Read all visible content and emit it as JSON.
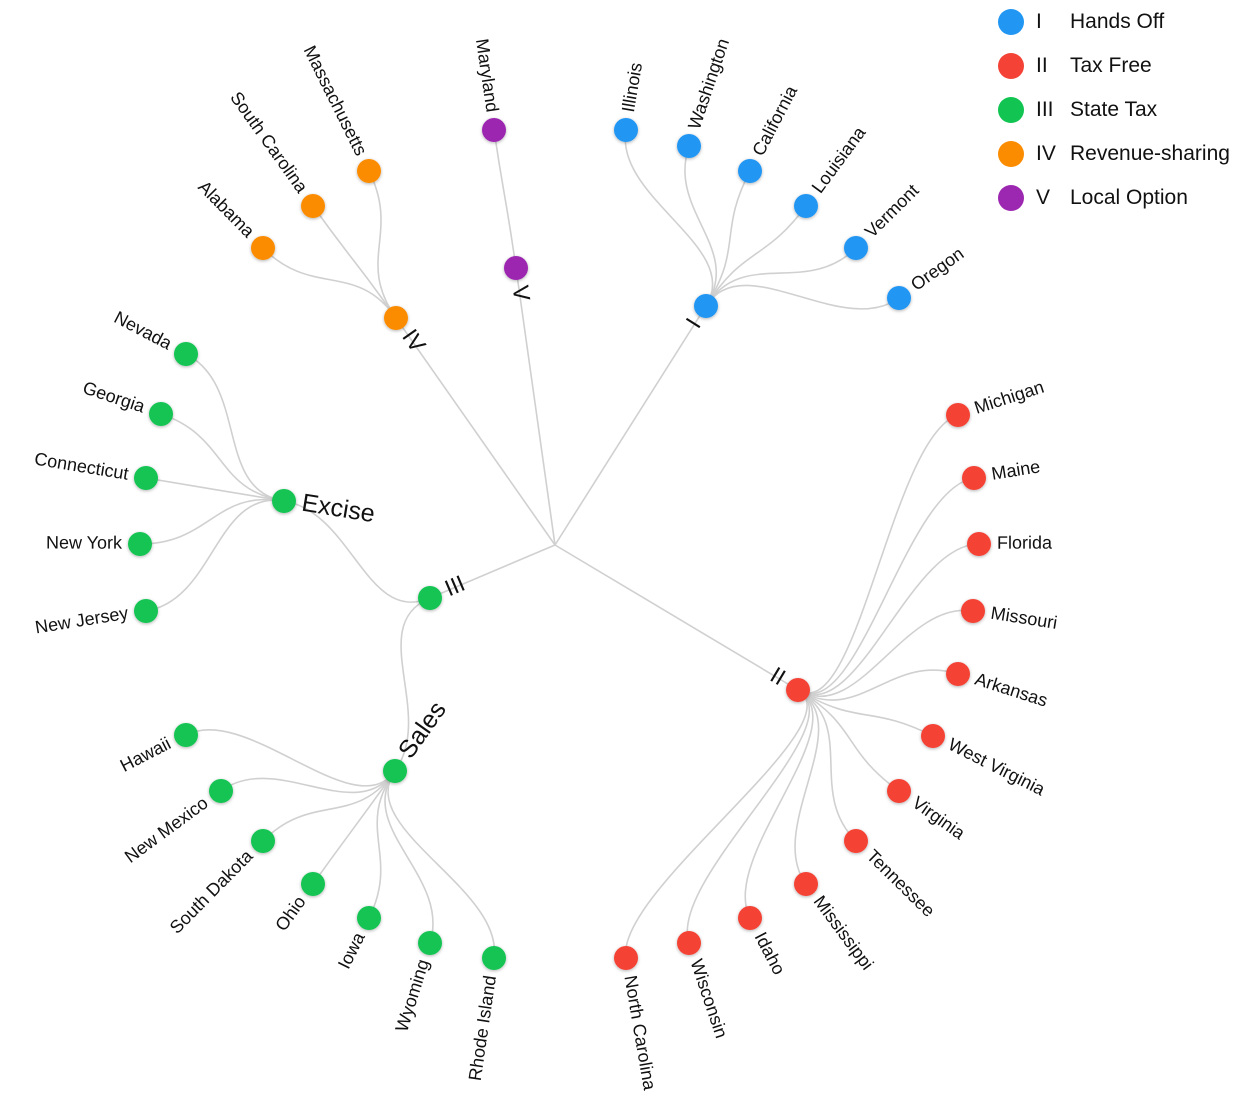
{
  "legend": [
    {
      "numeral": "I",
      "label": "Hands Off",
      "color": "#2196f3"
    },
    {
      "numeral": "II",
      "label": "Tax Free",
      "color": "#f44336"
    },
    {
      "numeral": "III",
      "label": "State Tax",
      "color": "#12c452"
    },
    {
      "numeral": "IV",
      "label": "Revenue-sharing",
      "color": "#fb8c00"
    },
    {
      "numeral": "V",
      "label": "Local Option",
      "color": "#9c27b0"
    }
  ],
  "tree": {
    "name": "",
    "children": [
      {
        "name": "I",
        "group": 0,
        "children": [
          {
            "name": "Illinois"
          },
          {
            "name": "Washington"
          },
          {
            "name": "California"
          },
          {
            "name": "Louisiana"
          },
          {
            "name": "Vermont"
          },
          {
            "name": "Oregon"
          }
        ]
      },
      {
        "name": "II",
        "group": 1,
        "children": [
          {
            "name": "Michigan"
          },
          {
            "name": "Maine"
          },
          {
            "name": "Florida"
          },
          {
            "name": "Missouri"
          },
          {
            "name": "Arkansas"
          },
          {
            "name": "West Virginia"
          },
          {
            "name": "Virginia"
          },
          {
            "name": "Tennessee"
          },
          {
            "name": "Mississippi"
          },
          {
            "name": "Idaho"
          },
          {
            "name": "Wisconsin"
          },
          {
            "name": "North Carolina"
          }
        ]
      },
      {
        "name": "III",
        "group": 2,
        "children": [
          {
            "name": "Excise",
            "children": [
              {
                "name": "Nevada"
              },
              {
                "name": "Georgia"
              },
              {
                "name": "Connecticut"
              },
              {
                "name": "New York"
              },
              {
                "name": "New Jersey"
              }
            ]
          },
          {
            "name": "Sales",
            "children": [
              {
                "name": "Hawaii"
              },
              {
                "name": "New Mexico"
              },
              {
                "name": "South Dakota"
              },
              {
                "name": "Ohio"
              },
              {
                "name": "Iowa"
              },
              {
                "name": "Wyoming"
              },
              {
                "name": "Rhode Island"
              }
            ]
          }
        ]
      },
      {
        "name": "IV",
        "group": 3,
        "children": [
          {
            "name": "Alabama"
          },
          {
            "name": "South Carolina"
          },
          {
            "name": "Massachusetts"
          }
        ]
      },
      {
        "name": "V",
        "group": 4,
        "children": [
          {
            "name": "Maryland"
          }
        ]
      }
    ]
  }
}
